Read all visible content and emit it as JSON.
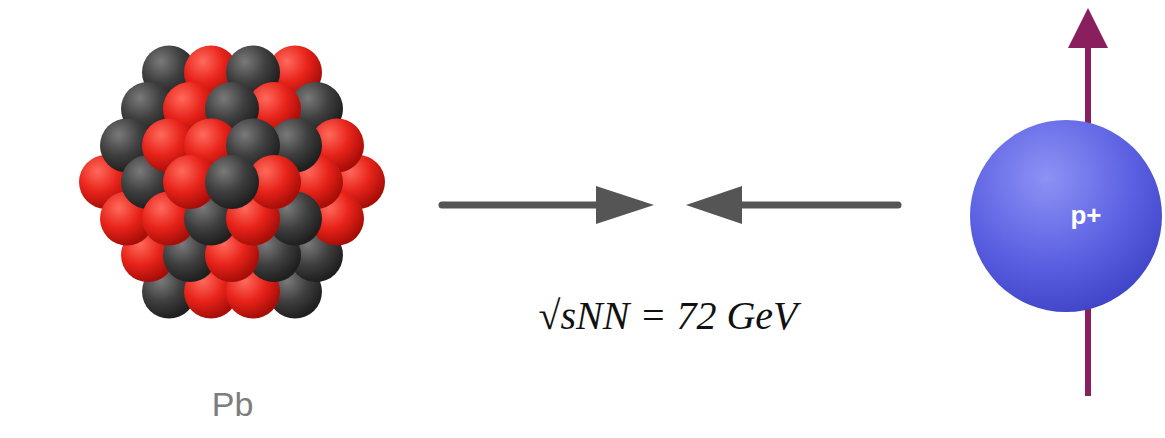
{
  "diagram": {
    "nodes": [
      {
        "text": [
          "Pb"
        ]
      },
      {
        "text": [
          "p+"
        ]
      }
    ],
    "labels": [
      "√sNN = 72 GeV"
    ]
  }
}
